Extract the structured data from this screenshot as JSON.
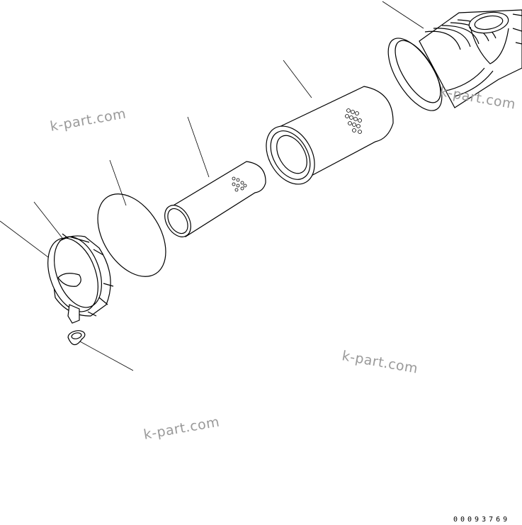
{
  "diagram": {
    "drawing_code": "00093769",
    "watermarks": [
      "k-part.com",
      "k-part.com",
      "k-part.com",
      "k-part.com"
    ],
    "colors": {
      "line": "#000000",
      "watermark": "#9a9a9a",
      "background": "#ffffff"
    }
  }
}
